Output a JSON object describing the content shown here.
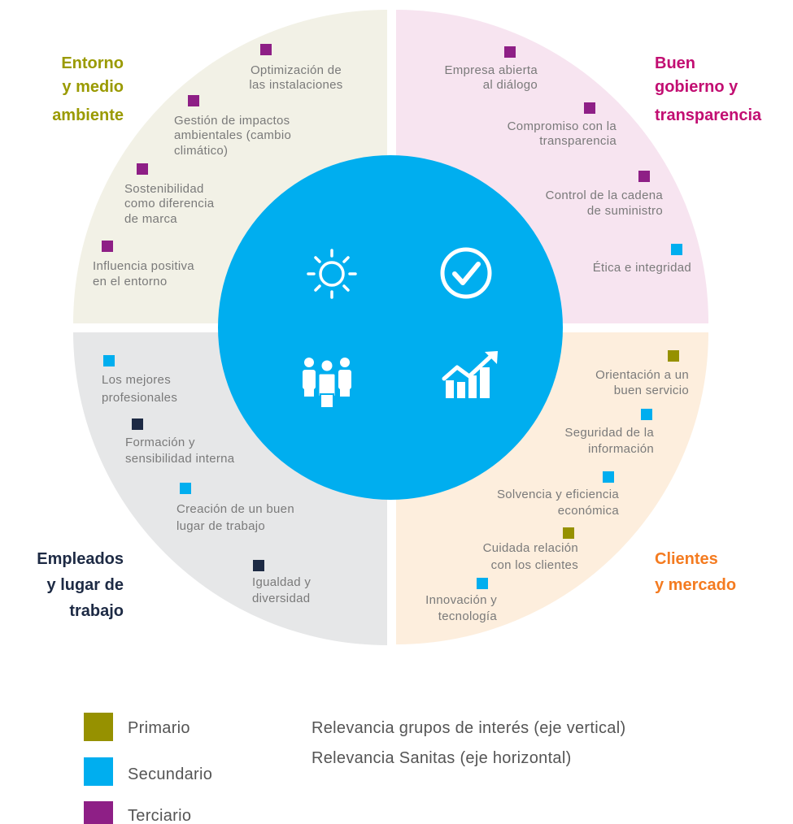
{
  "colors": {
    "primario": "#969100",
    "secundario": "#00aeef",
    "terciario": "#8e1f86",
    "dark_square": "#1d2a44",
    "center": "#00aeef"
  },
  "quadrants": {
    "entorno": {
      "title": [
        "Entorno",
        "y medio",
        "ambiente"
      ],
      "color": "#9a9a00",
      "topics": [
        {
          "lines": [
            "Optimización de",
            "las instalaciones"
          ],
          "level": "terciario"
        },
        {
          "lines": [
            "Gestión de impactos",
            "ambientales (cambio",
            "climático)"
          ],
          "level": "terciario"
        },
        {
          "lines": [
            "Sostenibilidad",
            "como diferencia",
            "de marca"
          ],
          "level": "terciario"
        },
        {
          "lines": [
            "Influencia positiva",
            "en el entorno"
          ],
          "level": "terciario"
        }
      ]
    },
    "gobierno": {
      "title": [
        "Buen",
        "gobierno y",
        "transparencia"
      ],
      "color": "#c20e72",
      "topics": [
        {
          "lines": [
            "Empresa abierta",
            "al diálogo"
          ],
          "level": "terciario"
        },
        {
          "lines": [
            "Compromiso con la",
            "transparencia"
          ],
          "level": "terciario"
        },
        {
          "lines": [
            "Control de la cadena",
            "de suministro"
          ],
          "level": "terciario"
        },
        {
          "lines": [
            "Ética e integridad"
          ],
          "level": "secundario"
        }
      ]
    },
    "empleados": {
      "title": [
        "Empleados",
        "y lugar de",
        "trabajo"
      ],
      "color": "#1d2a44",
      "topics": [
        {
          "lines": [
            "Los mejores",
            "profesionales"
          ],
          "level": "secundario"
        },
        {
          "lines": [
            "Formación y",
            "sensibilidad interna"
          ],
          "level": "dark"
        },
        {
          "lines": [
            "Creación de un buen",
            "lugar de trabajo"
          ],
          "level": "secundario"
        },
        {
          "lines": [
            "Igualdad y",
            "diversidad"
          ],
          "level": "dark"
        }
      ]
    },
    "clientes": {
      "title": [
        "Clientes",
        "y mercado"
      ],
      "color": "#f47b20",
      "topics": [
        {
          "lines": [
            "Orientación a un",
            "buen servicio"
          ],
          "level": "primario"
        },
        {
          "lines": [
            "Seguridad de la",
            "información"
          ],
          "level": "secundario"
        },
        {
          "lines": [
            "Solvencia y eficiencia",
            "económica"
          ],
          "level": "secundario"
        },
        {
          "lines": [
            "Cuidada relación",
            "con los clientes"
          ],
          "level": "primario"
        },
        {
          "lines": [
            "Innovación y",
            "tecnología"
          ],
          "level": "secundario"
        }
      ]
    }
  },
  "center_icons": [
    "sun-icon",
    "check-circle-icon",
    "people-icon",
    "growth-chart-icon"
  ],
  "legend": {
    "items": [
      {
        "label": "Primario",
        "level": "primario"
      },
      {
        "label": "Secundario",
        "level": "secundario"
      },
      {
        "label": "Terciario",
        "level": "terciario"
      }
    ],
    "axis_notes": [
      "Relevancia grupos de interés (eje vertical)",
      "Relevancia Sanitas (eje horizontal)"
    ]
  }
}
